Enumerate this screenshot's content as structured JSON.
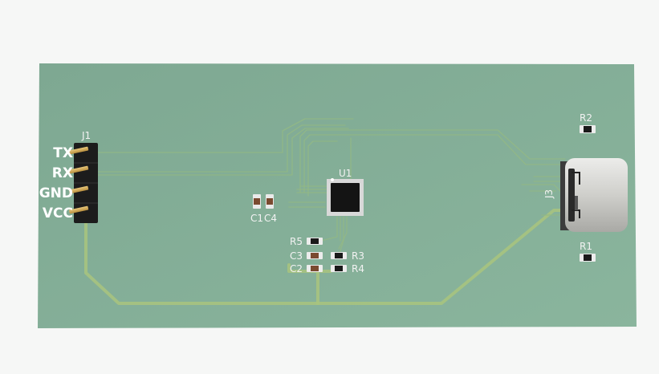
{
  "board": {
    "connector_header": {
      "ref": "J1",
      "pins": [
        "TX",
        "RX",
        "GND",
        "VCC"
      ]
    },
    "mcu": {
      "ref": "U1"
    },
    "usb_connector": {
      "ref": "J3"
    },
    "capacitors": [
      "C1",
      "C4",
      "C3",
      "C2"
    ],
    "resistors": [
      "R5",
      "R3",
      "R4",
      "R2",
      "R1"
    ]
  },
  "colors": {
    "pcb": "#84ad96",
    "copper_trace": "#a9c47e",
    "silkscreen": "#ffffff",
    "background": "#f6f7f6"
  }
}
